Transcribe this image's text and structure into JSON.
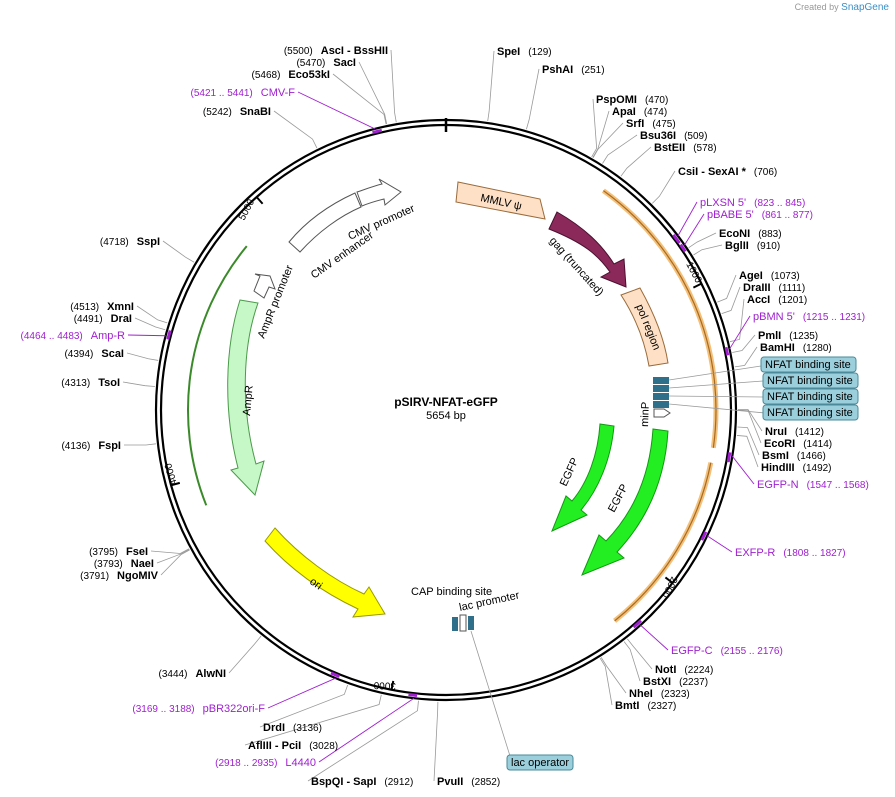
{
  "watermark": {
    "created_by": "Created by",
    "brand": "SnapGene"
  },
  "plasmid": {
    "name": "pSIRV-NFAT-eGFP",
    "length": "5654 bp",
    "length_bp": 5654
  },
  "ticks": [
    {
      "label": "1000",
      "pos": 1000
    },
    {
      "label": "2000",
      "pos": 2000
    },
    {
      "label": "3000",
      "pos": 3000
    },
    {
      "label": "4000",
      "pos": 4000
    },
    {
      "label": "5000",
      "pos": 5000
    }
  ],
  "sites": [
    {
      "name": "SpeI",
      "pos": "(129)",
      "bp": 129
    },
    {
      "name": "PshAI",
      "pos": "(251)",
      "bp": 251
    },
    {
      "name": "PspOMI",
      "pos": "(470)",
      "bp": 470
    },
    {
      "name": "ApaI",
      "pos": "(474)",
      "bp": 474
    },
    {
      "name": "SrfI",
      "pos": "(475)",
      "bp": 475
    },
    {
      "name": "Bsu36I",
      "pos": "(509)",
      "bp": 509
    },
    {
      "name": "BstEII",
      "pos": "(578)",
      "bp": 578
    },
    {
      "name": "CsiI - SexAI *",
      "pos": "(706)",
      "bp": 706
    },
    {
      "name": "EcoNI",
      "pos": "(883)",
      "bp": 883
    },
    {
      "name": "BglII",
      "pos": "(910)",
      "bp": 910
    },
    {
      "name": "AgeI",
      "pos": "(1073)",
      "bp": 1073
    },
    {
      "name": "DraIII",
      "pos": "(1111)",
      "bp": 1111
    },
    {
      "name": "AccI",
      "pos": "(1201)",
      "bp": 1201
    },
    {
      "name": "PmlI",
      "pos": "(1235)",
      "bp": 1235
    },
    {
      "name": "BamHI",
      "pos": "(1280)",
      "bp": 1280
    },
    {
      "name": "NruI",
      "pos": "(1412)",
      "bp": 1412
    },
    {
      "name": "EcoRI",
      "pos": "(1414)",
      "bp": 1414
    },
    {
      "name": "BsmI",
      "pos": "(1466)",
      "bp": 1466
    },
    {
      "name": "HindIII",
      "pos": "(1492)",
      "bp": 1492
    },
    {
      "name": "NotI",
      "pos": "(2224)",
      "bp": 2224
    },
    {
      "name": "BstXI",
      "pos": "(2237)",
      "bp": 2237
    },
    {
      "name": "NheI",
      "pos": "(2323)",
      "bp": 2323
    },
    {
      "name": "BmtI",
      "pos": "(2327)",
      "bp": 2327
    },
    {
      "name": "PvuII",
      "pos": "(2852)",
      "bp": 2852
    },
    {
      "name": "BspQI - SapI",
      "pos": "(2912)",
      "bp": 2912
    },
    {
      "name": "AflIII - PciI",
      "pos": "(3028)",
      "bp": 3028
    },
    {
      "name": "DrdI",
      "pos": "(3136)",
      "bp": 3136
    },
    {
      "name": "AlwNI",
      "pos": "(3444)",
      "bp": 3444
    },
    {
      "name": "NgoMIV",
      "pos": "(3791)",
      "bp": 3791
    },
    {
      "name": "NaeI",
      "pos": "(3793)",
      "bp": 3793
    },
    {
      "name": "FseI",
      "pos": "(3795)",
      "bp": 3795
    },
    {
      "name": "FspI",
      "pos": "(4136)",
      "bp": 4136
    },
    {
      "name": "TsoI",
      "pos": "(4313)",
      "bp": 4313
    },
    {
      "name": "ScaI",
      "pos": "(4394)",
      "bp": 4394
    },
    {
      "name": "DraI",
      "pos": "(4491)",
      "bp": 4491
    },
    {
      "name": "XmnI",
      "pos": "(4513)",
      "bp": 4513
    },
    {
      "name": "SspI",
      "pos": "(4718)",
      "bp": 4718
    },
    {
      "name": "SnaBI",
      "pos": "(5242)",
      "bp": 5242
    },
    {
      "name": "Eco53kI",
      "pos": "(5468)",
      "bp": 5468
    },
    {
      "name": "SacI",
      "pos": "(5470)",
      "bp": 5470
    },
    {
      "name": "AscI - BssHII",
      "pos": "(5500)",
      "bp": 5500
    }
  ],
  "primers": [
    {
      "name": "pLXSN 5'",
      "range": "(823 .. 845)",
      "start": 823,
      "end": 845
    },
    {
      "name": "pBABE 5'",
      "range": "(861 .. 877)",
      "start": 861,
      "end": 877
    },
    {
      "name": "pBMN 5'",
      "range": "(1215 .. 1231)",
      "start": 1215,
      "end": 1231
    },
    {
      "name": "EGFP-N",
      "range": "(1547 .. 1568)",
      "start": 1547,
      "end": 1568
    },
    {
      "name": "EXFP-R",
      "range": "(1808 .. 1827)",
      "start": 1808,
      "end": 1827
    },
    {
      "name": "EGFP-C",
      "range": "(2155 .. 2176)",
      "start": 2155,
      "end": 2176
    },
    {
      "name": "L4440",
      "range": "(2918 .. 2935)",
      "start": 2918,
      "end": 2935
    },
    {
      "name": "pBR322ori-F",
      "range": "(3169 .. 3188)",
      "start": 3169,
      "end": 3188
    },
    {
      "name": "Amp-R",
      "range": "(4464 .. 4483)",
      "start": 4464,
      "end": 4483
    },
    {
      "name": "CMV-F",
      "range": "(5421 .. 5441)",
      "start": 5421,
      "end": 5441
    }
  ],
  "features": [
    {
      "name": "MMLV ψ",
      "color": "#fde0c5"
    },
    {
      "name": "gag (truncated)",
      "color": "#8b2a5a"
    },
    {
      "name": "pol region",
      "color": "#fde0c5"
    },
    {
      "name": "minP",
      "color": "#ffffff"
    },
    {
      "name": "EGFP",
      "color": "#22ee22"
    },
    {
      "name": "EGFP",
      "color": "#22ee22"
    },
    {
      "name": "ori",
      "color": "#ffff00"
    },
    {
      "name": "AmpR",
      "color": "#c6f7c6"
    },
    {
      "name": "AmpR promoter",
      "color": "#ffffff"
    },
    {
      "name": "CMV enhancer",
      "color": "#ffffff"
    },
    {
      "name": "CMV promoter",
      "color": "#ffffff"
    },
    {
      "name": "CAP binding site",
      "color": "#2f6f8a"
    },
    {
      "name": "lac promoter",
      "color": "#ffffff"
    }
  ],
  "nfat_boxes": [
    {
      "label": "NFAT binding site"
    },
    {
      "label": "NFAT binding site"
    },
    {
      "label": "NFAT binding site"
    },
    {
      "label": "NFAT binding site"
    }
  ],
  "lac_operator": {
    "label": "lac operator"
  },
  "colors": {
    "primer": "#a020d0",
    "orf_arc": "#f2c07a",
    "nfat_box": "#9ccfdc",
    "backbone": "#000000"
  }
}
